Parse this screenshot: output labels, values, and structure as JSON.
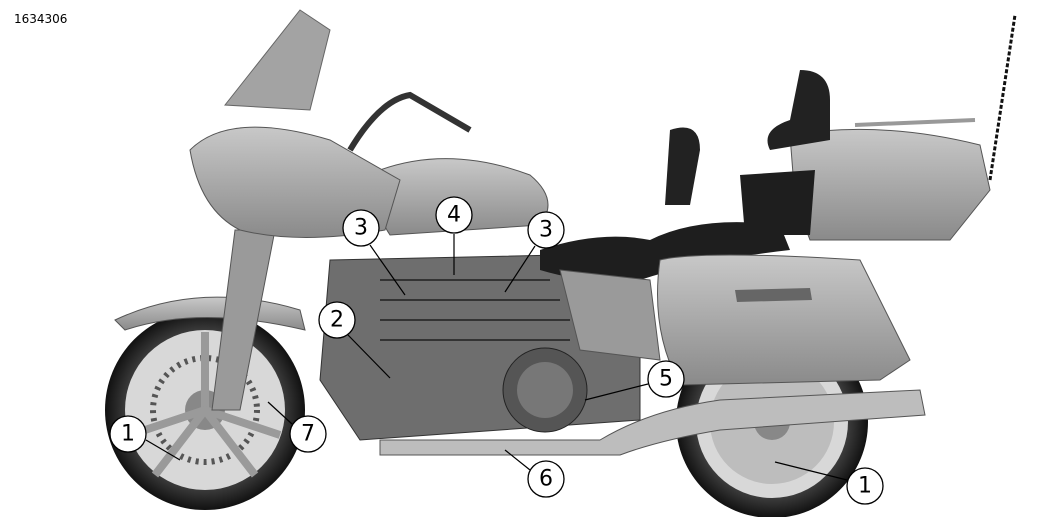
{
  "figure_id": "1634306",
  "callouts": [
    {
      "label": "3"
    },
    {
      "label": "4"
    },
    {
      "label": "3"
    },
    {
      "label": "2"
    },
    {
      "label": "5"
    },
    {
      "label": "1"
    },
    {
      "label": "7"
    },
    {
      "label": "6"
    },
    {
      "label": "1"
    }
  ],
  "colors": {
    "body": "#a8a8a8",
    "dark": "#2a2a2a",
    "chrome": "#d4d4d4"
  }
}
